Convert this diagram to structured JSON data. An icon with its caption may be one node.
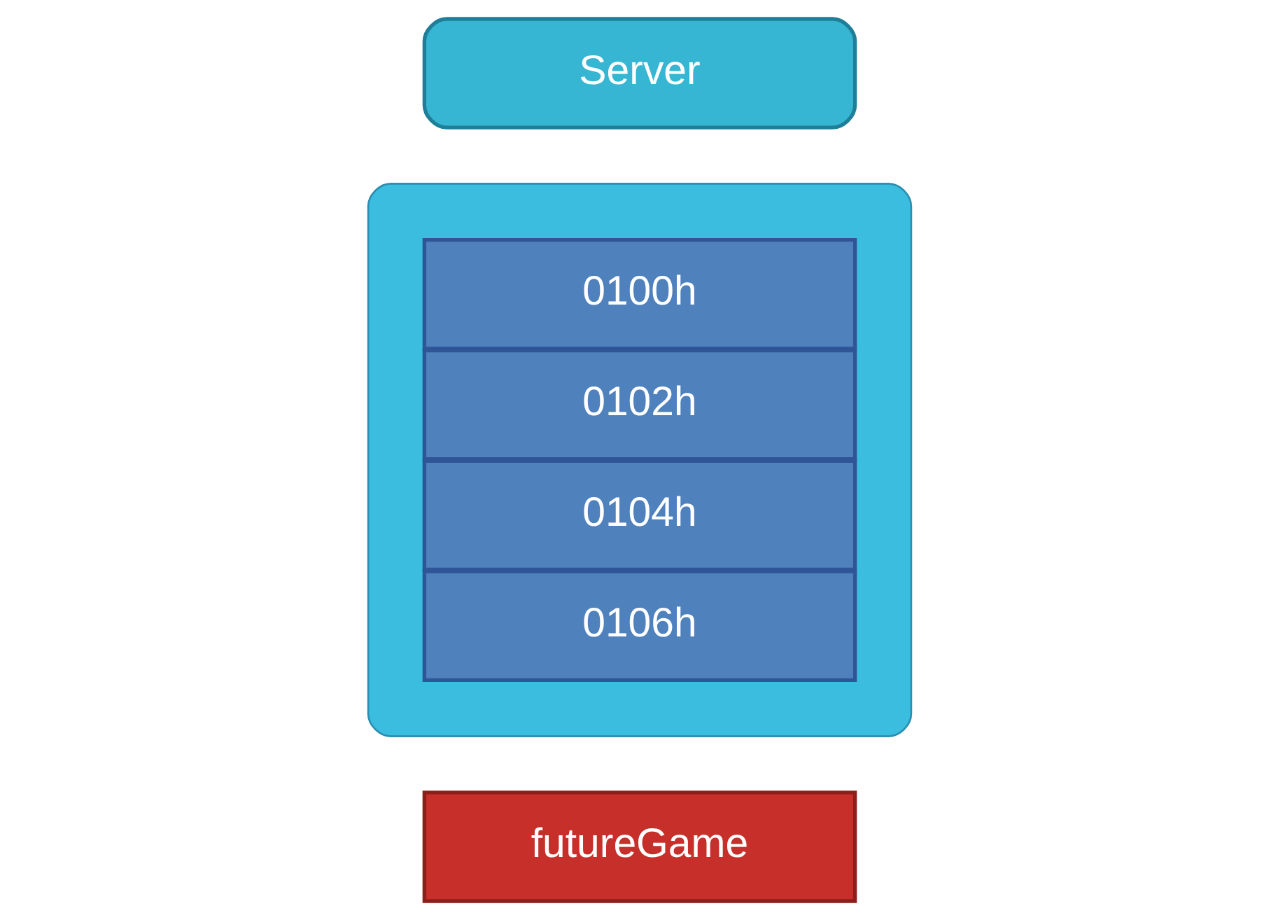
{
  "diagram": {
    "nodes": [
      {
        "text": [
          "Server"
        ]
      },
      {
        "text": [],
        "shape": "box"
      },
      {
        "text": [
          "0100h"
        ],
        "in": 1
      },
      {
        "text": [
          "0102h"
        ],
        "in": 1
      },
      {
        "text": [
          "0104h"
        ],
        "in": 1
      },
      {
        "text": [
          "0106h"
        ],
        "in": 1
      },
      {
        "text": [
          "futureGame"
        ]
      }
    ],
    "edges": []
  }
}
